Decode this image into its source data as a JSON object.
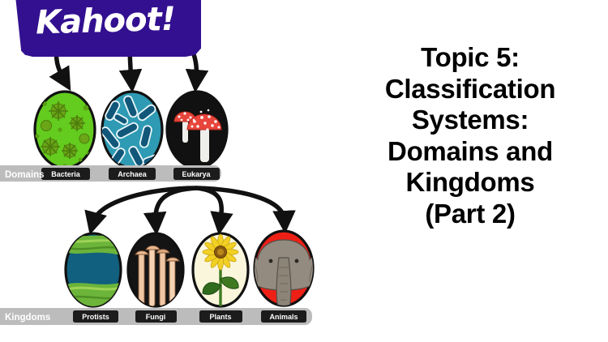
{
  "brand": {
    "logo_name": "kahoot-logo",
    "wordmark": "Kahoot!",
    "logo_color": "#331090",
    "logo_text_color": "#ffffff"
  },
  "title": {
    "full": "Topic 5: Classification Systems: Domains and Kingdoms (Part 2)",
    "lines": [
      "Topic 5:",
      "Classification",
      "Systems:",
      "Domains and",
      "Kingdoms",
      "(Part 2)"
    ],
    "color": "#000000"
  },
  "diagram": {
    "type": "hierarchy",
    "background": "#ffffff",
    "arrow_color": "#111111",
    "rows": [
      {
        "row_label": "Domains",
        "bar_color": "#bcbcbc",
        "bar_label_color": "#ffffff",
        "items": [
          {
            "label": "Bacteria",
            "oval_fill": "#63cc1e",
            "oval_stroke": "#111111",
            "illustration": "bacteria-virus-cells",
            "detail_color": "#63a512"
          },
          {
            "label": "Archaea",
            "oval_fill": "#2e9ab3",
            "oval_stroke": "#111111",
            "illustration": "archaea-rod-cells",
            "detail_color": "#11577a"
          },
          {
            "label": "Eukarya",
            "oval_fill": "#111111",
            "oval_stroke": "#111111",
            "illustration": "red-cap-mushrooms",
            "detail_color": "#e8463c"
          }
        ]
      },
      {
        "row_label": "Kingdoms",
        "bar_color": "#bcbcbc",
        "bar_label_color": "#ffffff",
        "items": [
          {
            "label": "Protists",
            "oval_fill": "#11607f",
            "oval_stroke": "#111111",
            "illustration": "algae-in-water",
            "detail_color": "#6cb43a"
          },
          {
            "label": "Fungi",
            "oval_fill": "#141414",
            "oval_stroke": "#111111",
            "illustration": "enoki-mushrooms",
            "detail_color": "#f0c7a4"
          },
          {
            "label": "Plants",
            "oval_fill": "#faf6dc",
            "oval_stroke": "#111111",
            "illustration": "sunflower",
            "detail_color": "#f2d024"
          },
          {
            "label": "Animals",
            "oval_fill": "#ee2016",
            "oval_stroke": "#111111",
            "illustration": "elephant-head",
            "detail_color": "#948b80"
          }
        ]
      }
    ],
    "arrows": {
      "top_branch_count": 3,
      "bottom_branch_count": 4,
      "bottom_branch_origin": "eukarya"
    }
  }
}
